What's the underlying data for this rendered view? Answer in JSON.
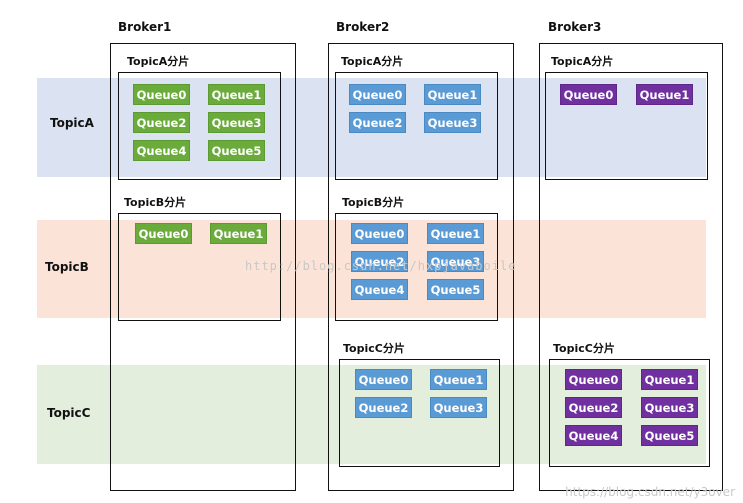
{
  "rows": {
    "a": "TopicA",
    "b": "TopicB",
    "c": "TopicC"
  },
  "brokers": {
    "b1": "Broker1",
    "b2": "Broker2",
    "b3": "Broker3"
  },
  "shards": {
    "b1_a": "TopicA分片",
    "b1_b": "TopicB分片",
    "b2_a": "TopicA分片",
    "b2_b": "TopicB分片",
    "b2_c": "TopicC分片",
    "b3_a": "TopicA分片",
    "b3_c": "TopicC分片"
  },
  "queues": {
    "q0": "Queue0",
    "q1": "Queue1",
    "q2": "Queue2",
    "q3": "Queue3",
    "q4": "Queue4",
    "q5": "Queue5"
  },
  "colors": {
    "topicA": "#6aab3c",
    "topicB": "#5b9bd5",
    "topicC": "#7030a0"
  },
  "watermark": "http://blog.csdn.net/hxpjavaboile",
  "watermark2": "https://blog.csdn.net/y3over"
}
